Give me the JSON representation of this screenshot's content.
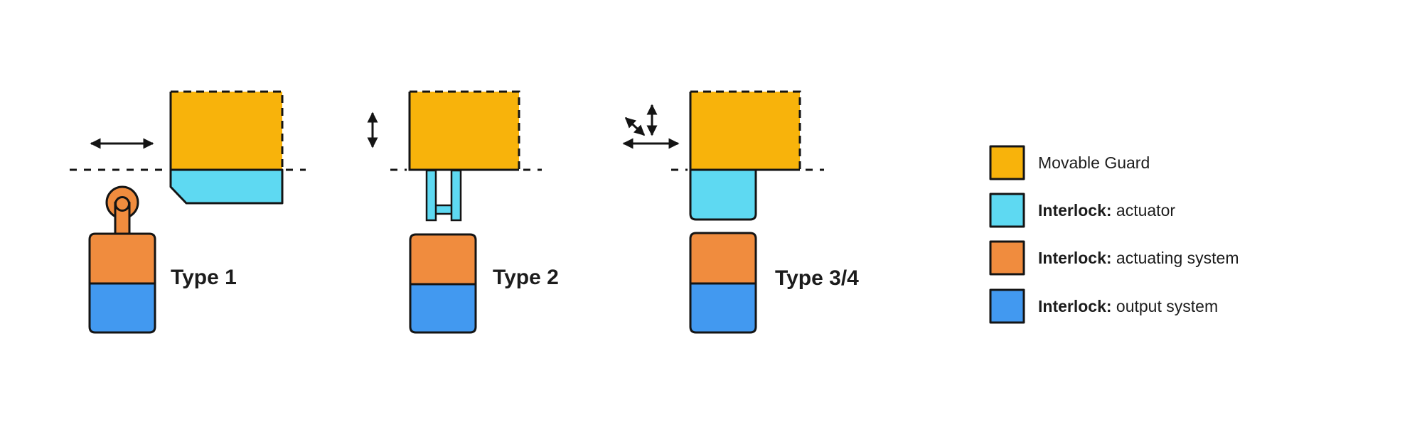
{
  "colors": {
    "guard": "#F8B30B",
    "actuator": "#5ED9F2",
    "actuating_system": "#F08C3E",
    "output_system": "#4299F0"
  },
  "diagrams": [
    {
      "label": "Type 1",
      "motion": "horizontal sliding guard, cam + roller-plunger switch"
    },
    {
      "label": "Type 2",
      "motion": "lifting guard, tongue actuator switch"
    },
    {
      "label": "Type 3/4",
      "motion": "multi-direction guard, integrated actuator switch"
    }
  ],
  "legend": [
    {
      "color_key": "guard",
      "bold": "",
      "text": "Movable Guard"
    },
    {
      "color_key": "actuator",
      "bold": "Interlock:",
      "text": " actuator"
    },
    {
      "color_key": "actuating_system",
      "bold": "Interlock:",
      "text": " actuating system"
    },
    {
      "color_key": "output_system",
      "bold": "Interlock:",
      "text": " output system"
    }
  ]
}
